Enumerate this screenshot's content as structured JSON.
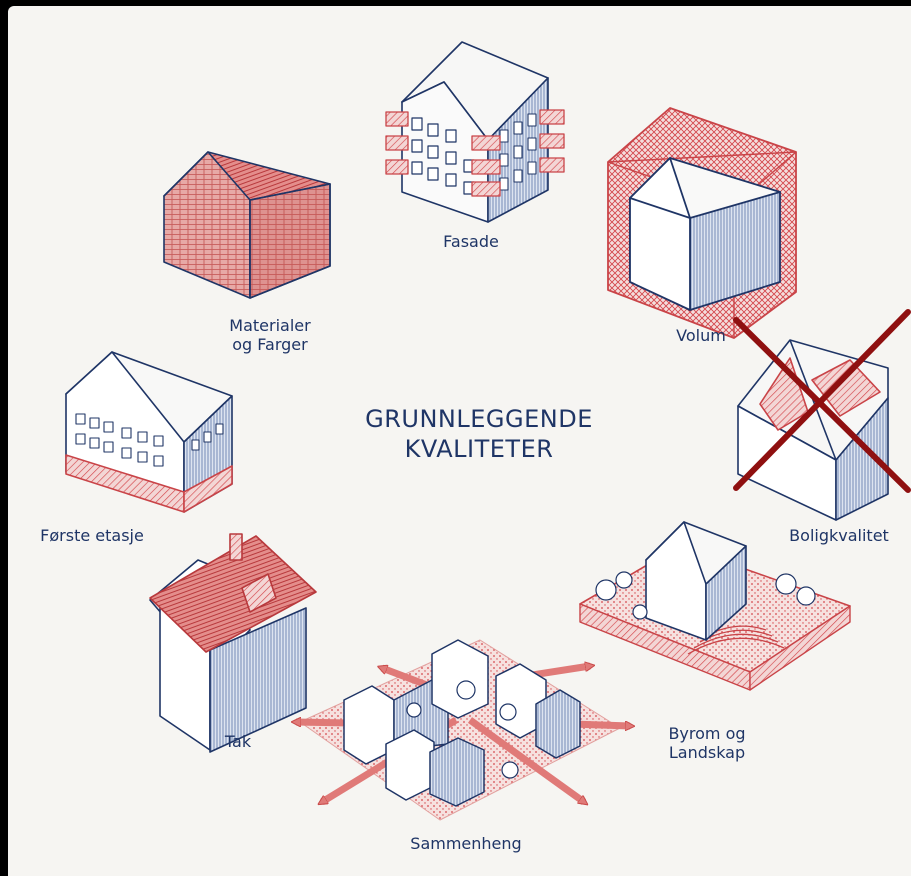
{
  "title": {
    "line1": "GRUNNLEGGENDE",
    "line2": "KVALITETER"
  },
  "items": {
    "fasade": "Fasade",
    "volum": "Volum",
    "materialer_line1": "Materialer",
    "materialer_line2": "og Farger",
    "boligkvalitet": "Boligkvalitet",
    "forste_etasje": "Første etasje",
    "tak": "Tak",
    "byrom_line1": "Byrom og",
    "byrom_line2": "Landskap",
    "sammenheng": "Sammenheng"
  },
  "colors": {
    "ink": "#1f3566",
    "red": "#d4474c",
    "cross": "#8f1010",
    "paper": "#f6f5f2"
  }
}
